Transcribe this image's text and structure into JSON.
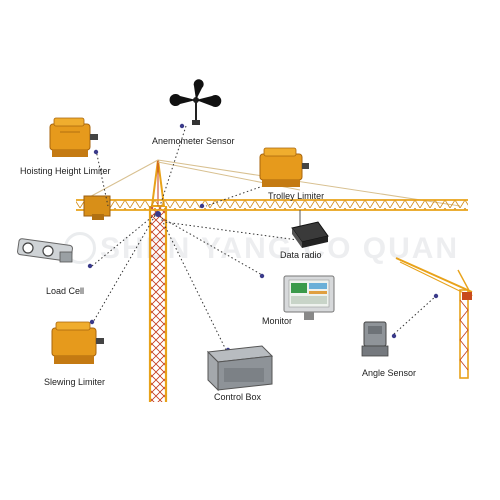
{
  "watermark": "SHEN YANG CO QUAN",
  "labels": {
    "anemometer": "Anemometer Sensor",
    "hoisting": "Hoisting Height Limiter",
    "trolley": "Trolley Limiter",
    "data_radio": "Data radio",
    "load_cell": "Load Cell",
    "monitor": "Monitor",
    "slewing": "Slewing Limiter",
    "control_box": "Control Box",
    "angle": "Angle Sensor"
  },
  "colors": {
    "crane_yellow": "#e8a21a",
    "crane_red": "#c33a1c",
    "limiter_orange": "#e69a1c",
    "dot_line": "#333333"
  }
}
